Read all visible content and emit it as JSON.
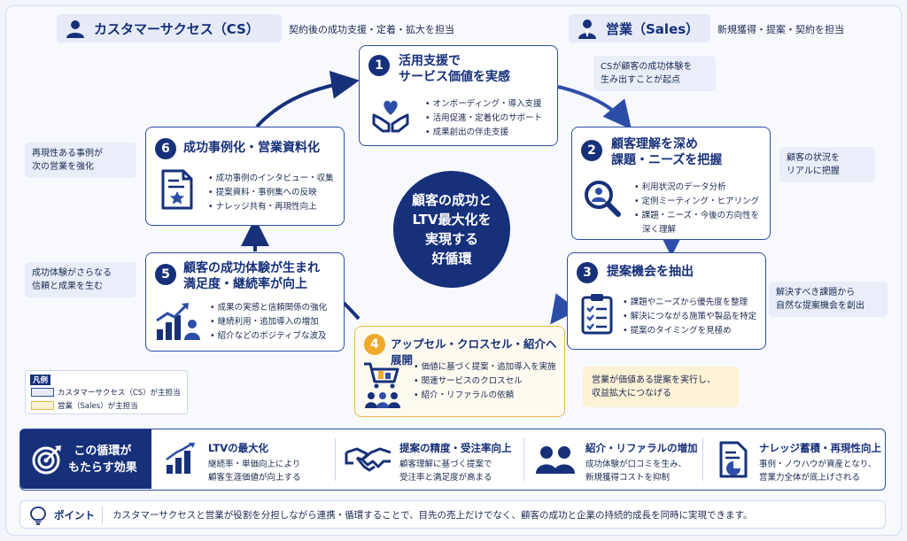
{
  "header": {
    "cs_title": "カスタマーサクセス（CS）",
    "cs_sub": "契約後の成功支援・定着・拡大を担当",
    "sales_title": "営業（Sales）",
    "sales_sub": "新規獲得・提案・契約を担当"
  },
  "center": {
    "lines": [
      "顧客の成功と",
      "LTV最大化を",
      "実現する",
      "好循環"
    ]
  },
  "steps": [
    {
      "num": "1",
      "title": [
        "活用支援で",
        "サービス価値を実感"
      ],
      "items": [
        "オンボーディング・導入支援",
        "活用促進・定着化のサポート",
        "成果創出の伴走支援"
      ]
    },
    {
      "num": "2",
      "title": [
        "顧客理解を深め",
        "課題・ニーズを把握"
      ],
      "items": [
        "利用状況のデータ分析",
        "定例ミーティング・ヒアリング",
        "課題・ニーズ・今後の方向性を",
        "深く理解"
      ]
    },
    {
      "num": "3",
      "title": [
        "提案機会を抽出"
      ],
      "items": [
        "課題やニーズから優先度を整理",
        "解決につながる施策や製品を特定",
        "提案のタイミングを見極め"
      ]
    },
    {
      "num": "4",
      "title": [
        "アップセル・クロスセル・紹介へ展開"
      ],
      "items": [
        "価値に基づく提案・追加導入を実施",
        "関連サービスのクロスセル",
        "紹介・リファラルの依頼"
      ]
    },
    {
      "num": "5",
      "title": [
        "顧客の成功体験が生まれ",
        "満足度・継続率が向上"
      ],
      "items": [
        "成果の実感と信頼関係の強化",
        "継続利用・追加導入の増加",
        "紹介などのポジティブな波及"
      ]
    },
    {
      "num": "6",
      "title": [
        "成功事例化・営業資料化"
      ],
      "items": [
        "成功事例のインタビュー・収集",
        "提案資料・事例集への反映",
        "ナレッジ共有・再現性向上"
      ]
    }
  ],
  "notes": {
    "n1": [
      "CSが顧客の成功体験を",
      "生み出すことが起点"
    ],
    "n2": [
      "顧客の状況を",
      "リアルに把握"
    ],
    "n3": [
      "解決すべき課題から",
      "自然な提案機会を創出"
    ],
    "n4": [
      "営業が価値ある提案を実行し、",
      "収益拡大につなげる"
    ],
    "n5": [
      "成功体験がさらなる",
      "信頼と成果を生む"
    ],
    "n6": [
      "再現性ある事例が",
      "次の営業を強化"
    ]
  },
  "legend": {
    "title": "凡例",
    "cs": "カスタマーサクセス（CS）が主担当",
    "sales": "営業（Sales）が主担当"
  },
  "effects": {
    "head": [
      "この循環が",
      "もたらす効果"
    ],
    "items": [
      {
        "title": "LTVの最大化",
        "desc": [
          "継続率・単価向上により",
          "顧客生涯価値が向上する"
        ]
      },
      {
        "title": "提案の精度・受注率向上",
        "desc": [
          "顧客理解に基づく提案で",
          "受注率と満足度が高まる"
        ]
      },
      {
        "title": "紹介・リファラルの増加",
        "desc": [
          "成功体験が口コミを生み、",
          "新規獲得コストを抑制"
        ]
      },
      {
        "title": "ナレッジ蓄積・再現性向上",
        "desc": [
          "事例・ノウハウが資産となり、",
          "営業力全体が底上げされる"
        ]
      }
    ]
  },
  "point": {
    "label": "ポイント",
    "text": "カスタマーサクセスと営業が役割を分担しながら連携・循環することで、目先の売上だけでなく、顧客の成功と企業の持続的成長を同時に実現できます。"
  },
  "colors": {
    "navy": "#16307a",
    "gold": "#f0a92b",
    "cs_fill": "#e6ebf7",
    "sales_fill": "#fdf1d6"
  }
}
